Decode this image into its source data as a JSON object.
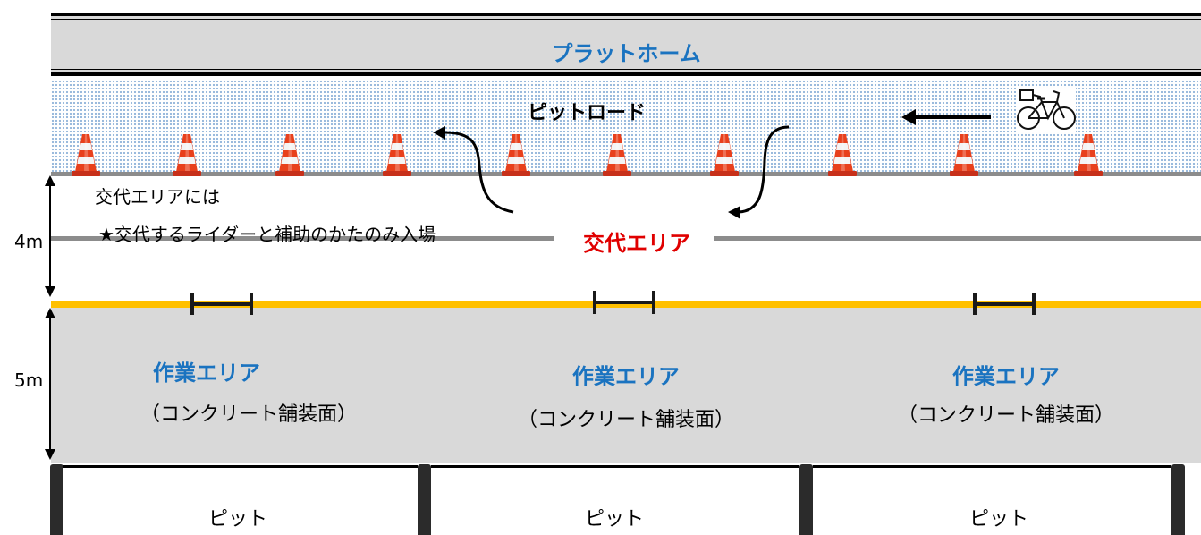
{
  "platform": {
    "title": "プラットホーム"
  },
  "pit_road": {
    "label": "ピットロード"
  },
  "exchange_area": {
    "label": "交代エリア",
    "note_line1": "交代エリアには",
    "note_line2": "★交代するライダーと補助のかたのみ入場"
  },
  "dimensions": {
    "upper": "4m",
    "lower": "5m"
  },
  "work_areas": [
    {
      "title": "作業エリア",
      "subtitle": "（コンクリート舗装面）"
    },
    {
      "title": "作業エリア",
      "subtitle": "（コンクリート舗装面）"
    },
    {
      "title": "作業エリア",
      "subtitle": "（コンクリート舗装面）"
    }
  ],
  "pits": [
    {
      "label": "ピット"
    },
    {
      "label": "ピット"
    },
    {
      "label": "ピット"
    }
  ],
  "colors": {
    "title_blue": "#1a73c0",
    "exchange_red": "#e00000",
    "lane_yellow": "#ffc000",
    "area_gray": "#d9d9d9"
  },
  "icons": [
    "traffic-cone-icon",
    "bicycle-icon",
    "direction-arrow-icon",
    "dimension-arrow-icon",
    "pit-marker-icon"
  ]
}
